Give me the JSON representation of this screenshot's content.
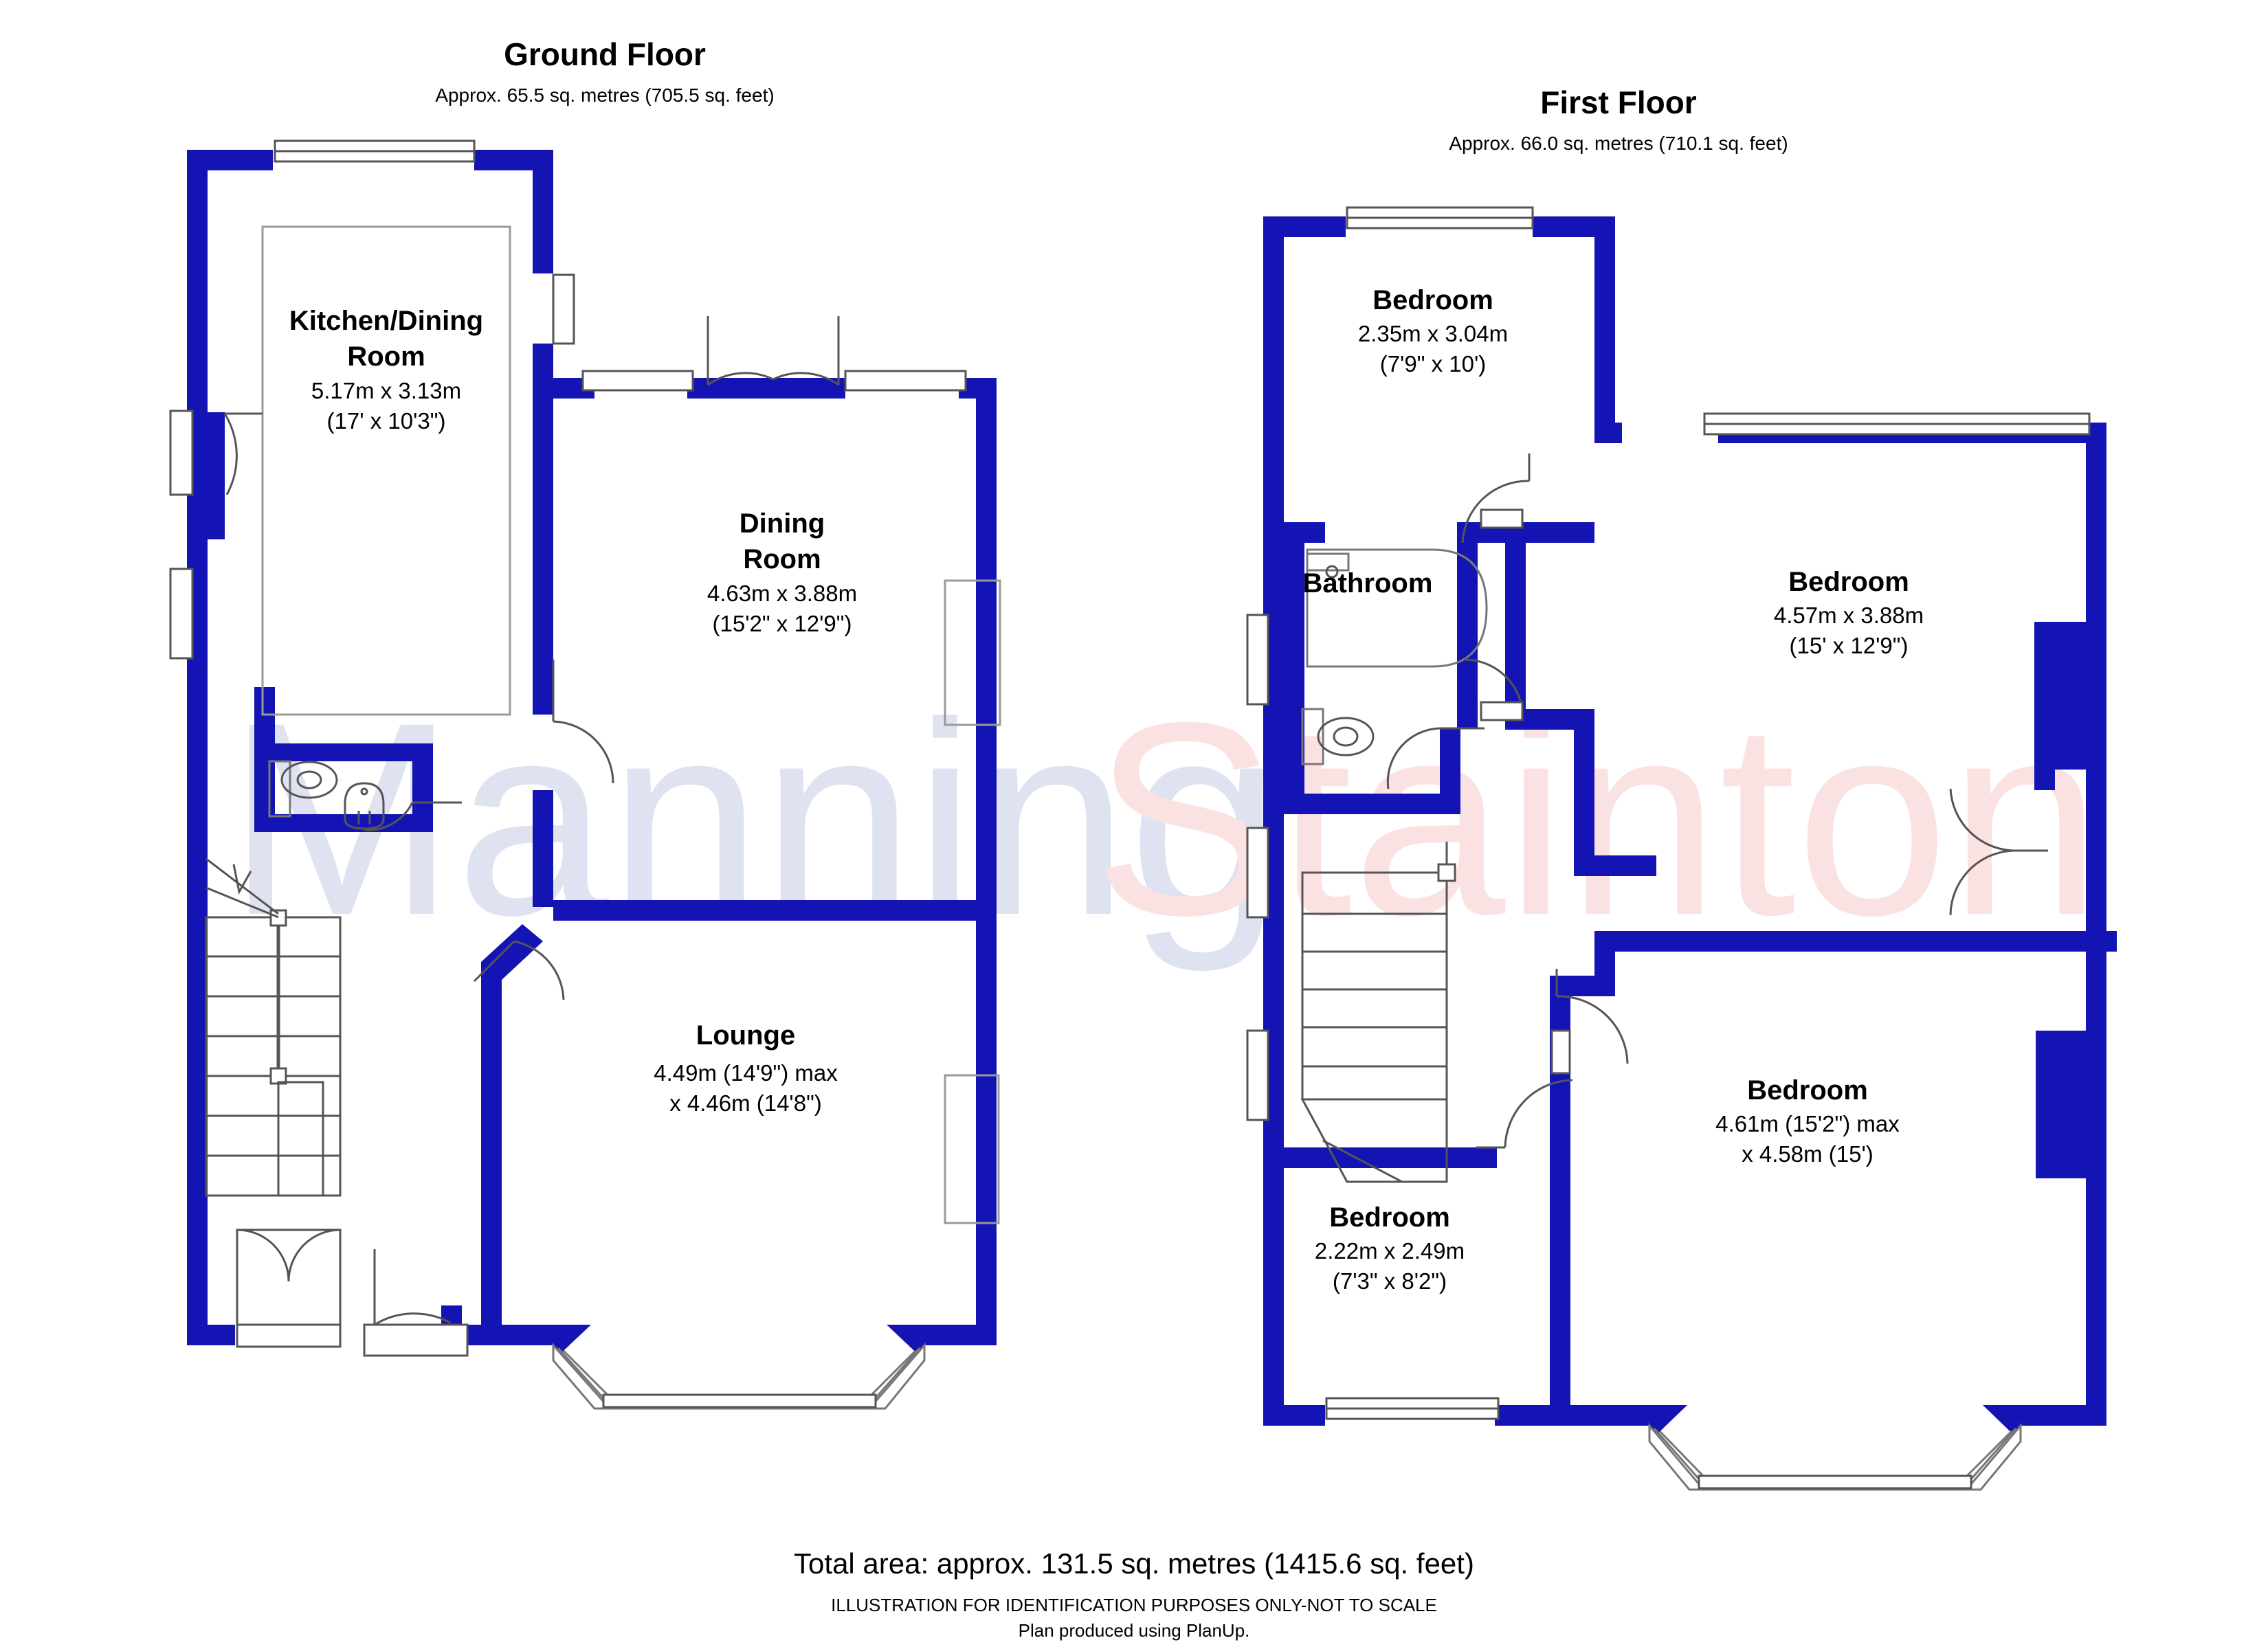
{
  "document": {
    "type": "property-floor-plan",
    "colors": {
      "wall": "#1414b4",
      "wall_dark": "#0d0d8c",
      "outline": "#666666",
      "text": "#000000",
      "watermark_primary": "#dfe2f0",
      "watermark_secondary": "#fbe2e2",
      "background": "#ffffff"
    }
  },
  "watermark": {
    "part1": "Manning",
    "part2": "Stainton"
  },
  "floors": [
    {
      "id": "ground-floor",
      "title": "Ground Floor",
      "area_note": "Approx. 65.5 sq. metres (705.5 sq. feet)",
      "rooms": [
        {
          "id": "kitchen-dining-room",
          "name_line1": "Kitchen/Dining",
          "name_line2": "Room",
          "dim_metric": "5.17m x 3.13m",
          "dim_imperial": "(17' x 10'3\")"
        },
        {
          "id": "dining-room",
          "name_line1": "Dining",
          "name_line2": "Room",
          "dim_metric": "4.63m x 3.88m",
          "dim_imperial": "(15'2\" x 12'9\")"
        },
        {
          "id": "lounge",
          "name_line1": "Lounge",
          "name_line2": "",
          "dim_metric": "4.49m (14'9\") max",
          "dim_imperial": "x 4.46m (14'8\")"
        }
      ]
    },
    {
      "id": "first-floor",
      "title": "First Floor",
      "area_note": "Approx. 66.0 sq. metres (710.1 sq. feet)",
      "rooms": [
        {
          "id": "bedroom-1",
          "name_line1": "Bedroom",
          "name_line2": "",
          "dim_metric": "2.35m x 3.04m",
          "dim_imperial": "(7'9\" x 10')"
        },
        {
          "id": "bedroom-2",
          "name_line1": "Bedroom",
          "name_line2": "",
          "dim_metric": "4.57m x 3.88m",
          "dim_imperial": "(15' x 12'9\")"
        },
        {
          "id": "bedroom-3",
          "name_line1": "Bedroom",
          "name_line2": "",
          "dim_metric": "4.61m (15'2\") max",
          "dim_imperial": "x 4.58m (15')"
        },
        {
          "id": "bedroom-4",
          "name_line1": "Bedroom",
          "name_line2": "",
          "dim_metric": "2.22m x 2.49m",
          "dim_imperial": "(7'3\" x 8'2\")"
        },
        {
          "id": "bathroom",
          "name_line1": "Bathroom",
          "name_line2": "",
          "dim_metric": "",
          "dim_imperial": ""
        }
      ]
    }
  ],
  "footer": {
    "total_area": "Total area: approx. 131.5 sq. metres (1415.6 sq. feet)",
    "disclaimer_line1": "ILLUSTRATION FOR IDENTIFICATION PURPOSES ONLY-NOT TO SCALE",
    "disclaimer_line2": "Plan produced using PlanUp."
  }
}
